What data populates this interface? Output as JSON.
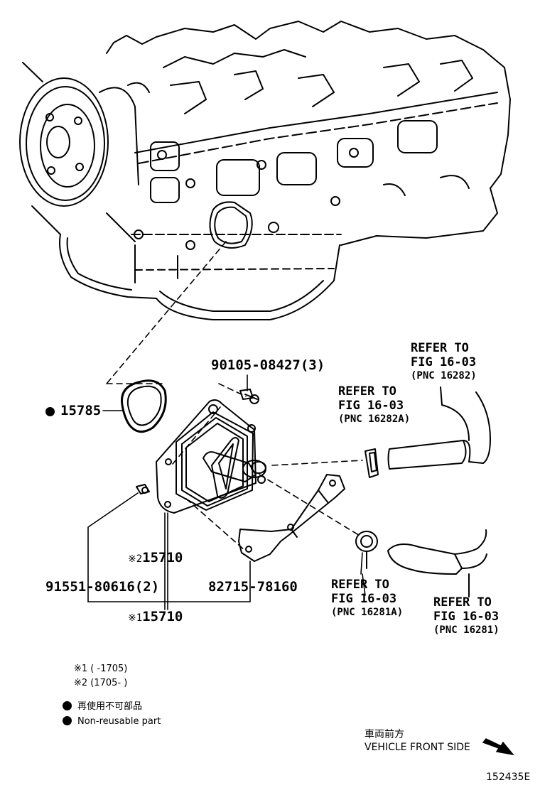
{
  "parts": {
    "gasket": "15785",
    "bolt": "90105-08427(3)",
    "cooler_2": "15710",
    "cooler_1": "15710",
    "stud": "91551-80616(2)",
    "bracket": "82715-78160"
  },
  "marks": {
    "m2": "※2",
    "m1": "※1"
  },
  "refs": {
    "r1": {
      "line1": "REFER TO",
      "line2": "FIG 16-03",
      "pnc": "(PNC 16282)"
    },
    "r2": {
      "line1": "REFER TO",
      "line2": "FIG 16-03",
      "pnc": "(PNC 16282A)"
    },
    "r3": {
      "line1": "REFER TO",
      "line2": "FIG 16-03",
      "pnc": "(PNC 16281A)"
    },
    "r4": {
      "line1": "REFER TO",
      "line2": "FIG 16-03",
      "pnc": "(PNC 16281)"
    }
  },
  "notes": {
    "n1": "※1 (      -1705)",
    "n2": "※2 (1705-      )",
    "nonreuse_jp": "再使用不可部品",
    "nonreuse_en": "Non-reusable part"
  },
  "front": {
    "jp": "車両前方",
    "en": "VEHICLE FRONT SIDE"
  },
  "diagram_id": "152435E"
}
